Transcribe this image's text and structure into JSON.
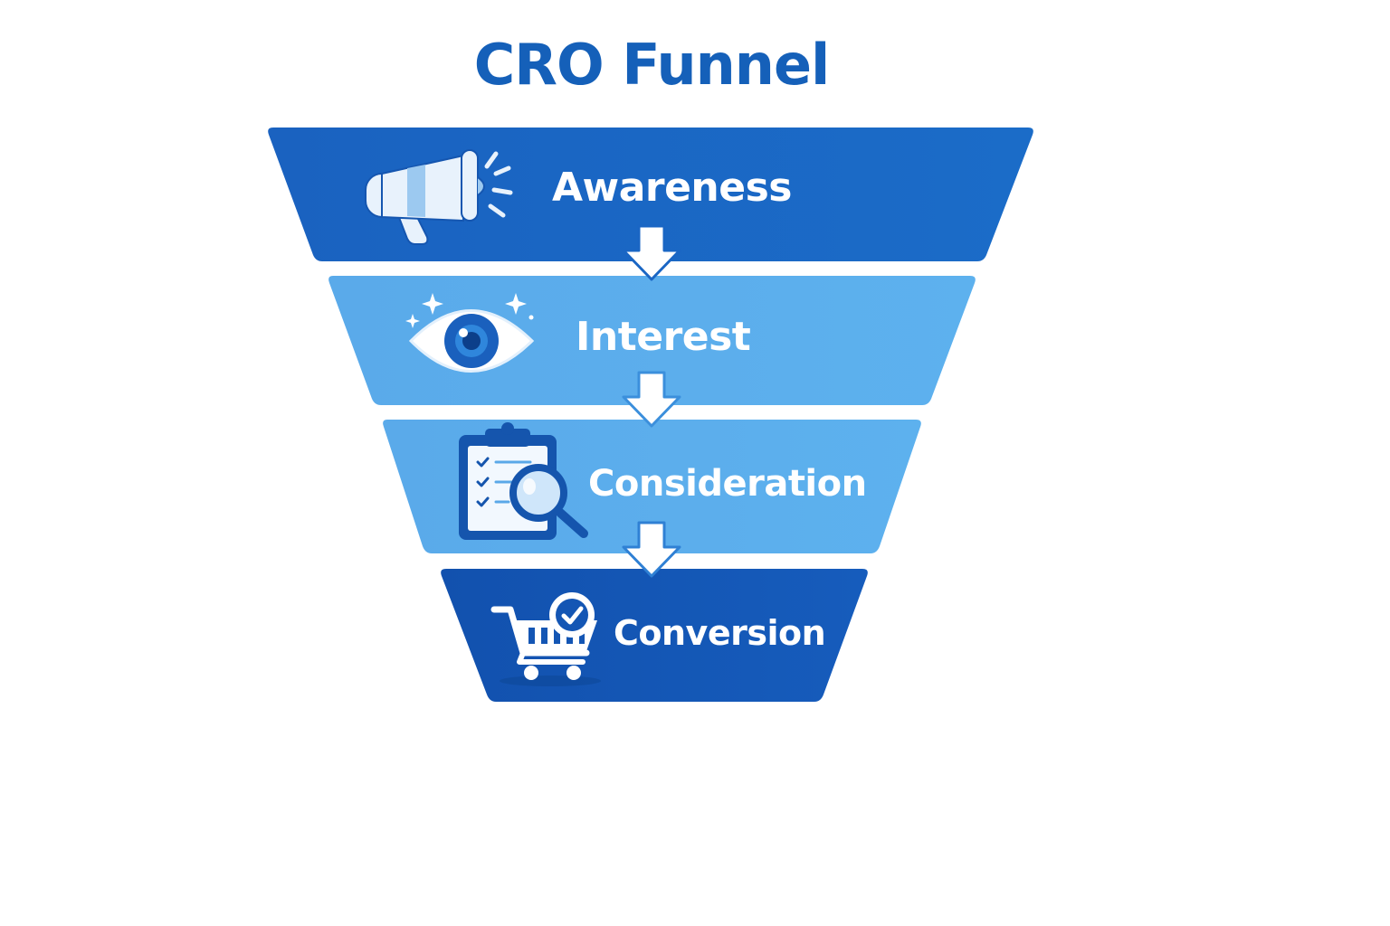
{
  "title": "CRO Funnel",
  "colors": {
    "title": "#1560b9",
    "dark_stage": "#1a67c4",
    "light_stage": "#5aaeea",
    "final_stage": "#1456b4",
    "arrow": "#ffffff",
    "icon_dark": "#1560b9",
    "icon_light": "#e3f0fc"
  },
  "stages": [
    {
      "label": "Awareness",
      "icon": "megaphone-icon"
    },
    {
      "label": "Interest",
      "icon": "eye-icon"
    },
    {
      "label": "Consideration",
      "icon": "clipboard-magnifier-icon"
    },
    {
      "label": "Conversion",
      "icon": "cart-check-icon"
    }
  ]
}
